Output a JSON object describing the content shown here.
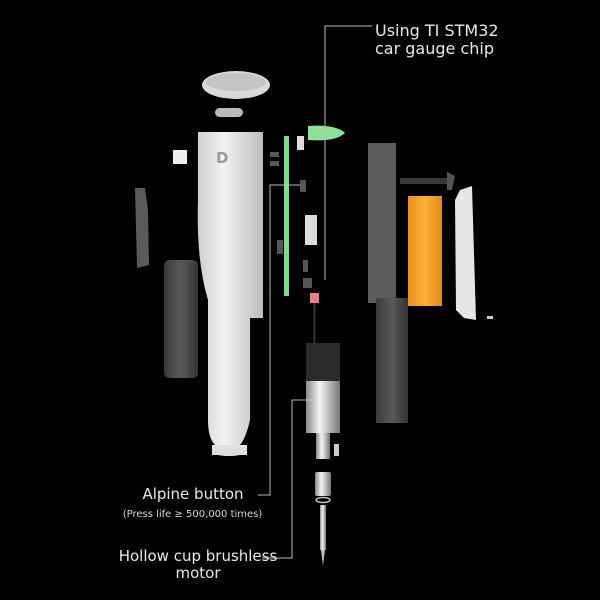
{
  "diagram": {
    "type": "exploded-view",
    "subject": "Electric screwdriver components",
    "background": "#000000",
    "callouts": [
      {
        "id": "chip",
        "line1": "Using TI STM32",
        "line2": "car gauge chip"
      },
      {
        "id": "button",
        "line1": "Alpine button",
        "line2": "(Press life ≥ 500,000 times)"
      },
      {
        "id": "motor",
        "line1": "Hollow cup brushless",
        "line2": "motor"
      }
    ],
    "logo_letter": "D",
    "colors": {
      "housing": "#e6e6e6",
      "dark_parts": "#4a4a4a",
      "pcb": "#7fdc8a",
      "battery": "#f5a623",
      "connector": "#f08080",
      "line": "#bdbdbd"
    }
  }
}
